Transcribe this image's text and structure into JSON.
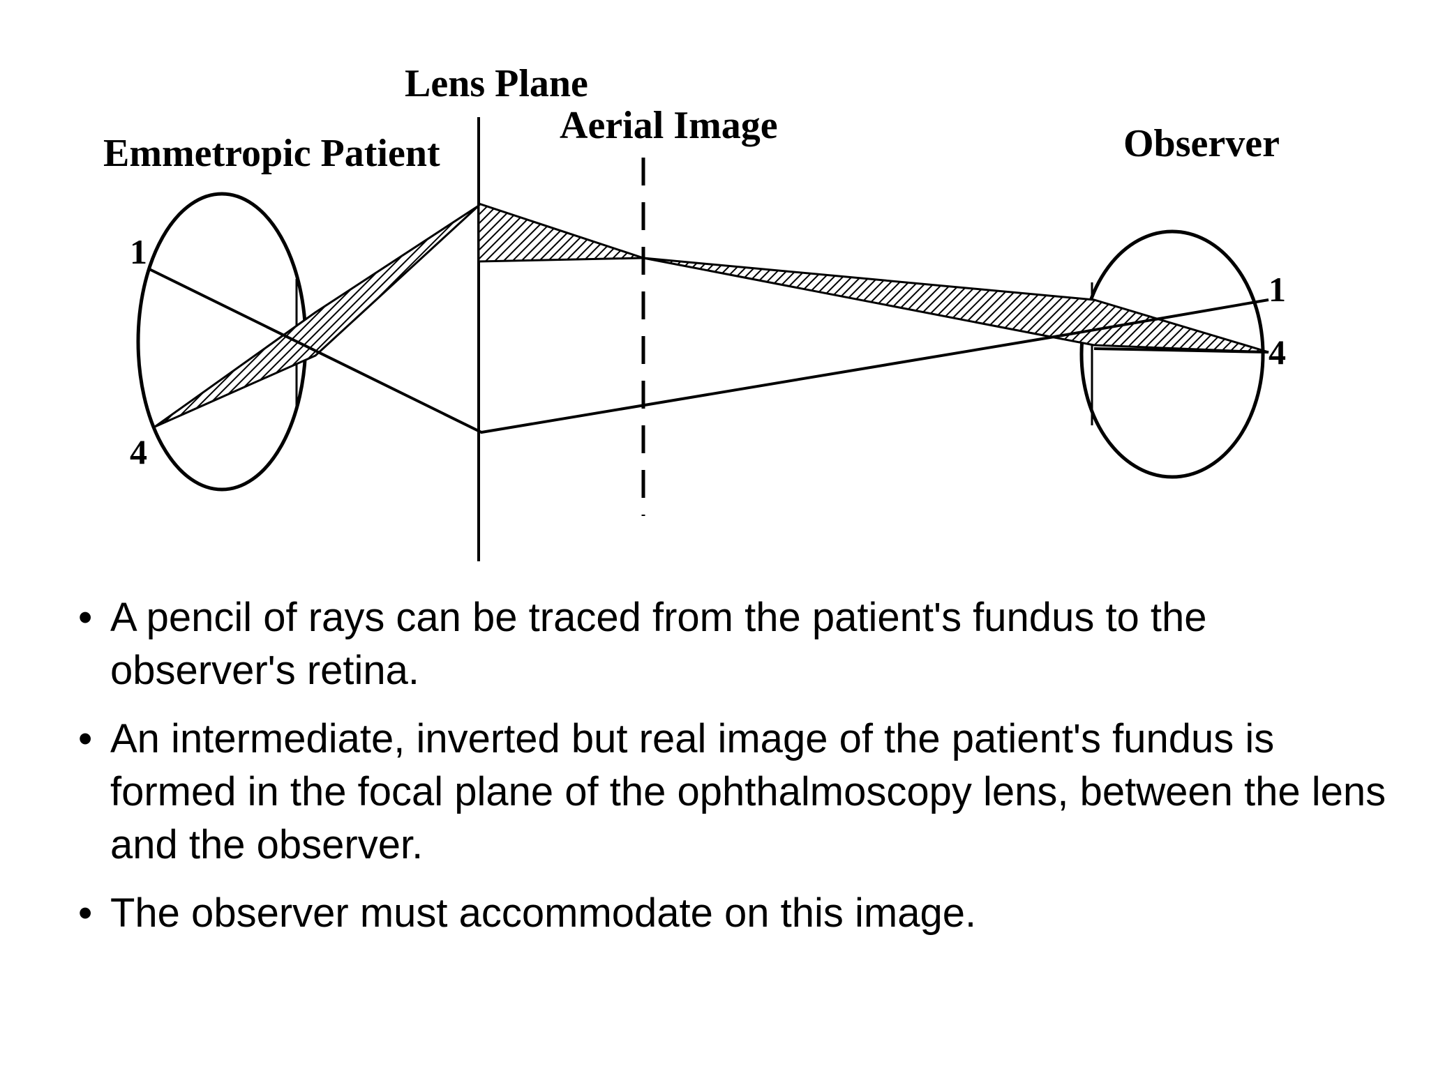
{
  "diagram": {
    "labels": {
      "emmetropic_patient": "Emmetropic Patient",
      "lens_plane": "Lens Plane",
      "aerial_image": "Aerial Image",
      "observer": "Observer"
    },
    "point_labels": {
      "patient_top": "1",
      "patient_bottom": "4",
      "observer_top": "1",
      "observer_bottom": "4"
    }
  },
  "bullets": [
    "A pencil of rays can be traced from the patient's fundus to the observer's retina.",
    "An intermediate, inverted but real image of the patient's fundus is formed in the focal plane of the ophthalmoscopy lens, between the lens and the observer.",
    "The observer must accommodate on this image."
  ]
}
